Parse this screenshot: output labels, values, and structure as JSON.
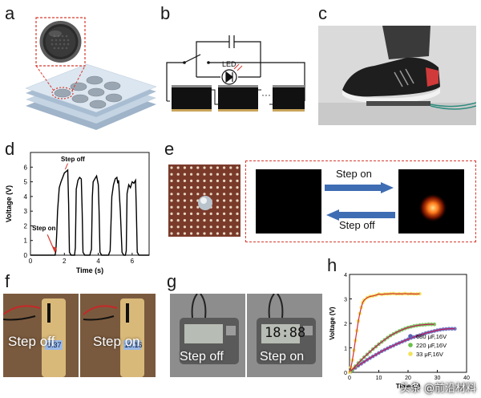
{
  "labels": {
    "a": "a",
    "b": "b",
    "c": "c",
    "d": "d",
    "e": "e",
    "f": "f",
    "g": "g",
    "h": "h"
  },
  "panel_b": {
    "led_label": "LED"
  },
  "panel_d": {
    "ylabel": "Voltage (V)",
    "xlabel": "Time (s)",
    "annotation_off": "Step off",
    "annotation_on": "Step on",
    "xticks": [
      "0",
      "2",
      "4",
      "6"
    ],
    "yticks": [
      "0",
      "1",
      "2",
      "3",
      "4",
      "5",
      "6"
    ]
  },
  "panel_e": {
    "step_on": "Step on",
    "step_off": "Step off",
    "arrow_color": "#3f6db3",
    "frame_color": "#d63a2f"
  },
  "panel_f": {
    "left_text": "Step off",
    "right_text": "Step on",
    "left_display": "9.37",
    "right_display": "10.16"
  },
  "panel_g": {
    "left_text": "Step off",
    "right_text": "Step on",
    "right_display": "18:88"
  },
  "panel_h": {
    "ylabel": "Voltage (V)",
    "xlabel": "Time (s)",
    "xticks": [
      "0",
      "10",
      "20",
      "30",
      "40"
    ],
    "yticks": [
      "0",
      "1",
      "2",
      "3",
      "4"
    ]
  },
  "watermark": "头条 @前沿材料",
  "chart_data": [
    {
      "id": "d",
      "type": "line",
      "xlabel": "Time (s)",
      "ylabel": "Voltage (V)",
      "xlim": [
        0,
        7
      ],
      "ylim": [
        0,
        7
      ],
      "xticks": [
        0,
        2,
        4,
        6
      ],
      "yticks": [
        0,
        1,
        2,
        3,
        4,
        5,
        6
      ],
      "color": "#000000",
      "x": [
        0,
        1.45,
        1.5,
        1.55,
        1.6,
        1.7,
        1.8,
        1.9,
        2.0,
        2.1,
        2.2,
        2.25,
        2.3,
        2.4,
        2.5,
        2.6,
        2.65,
        2.7,
        2.8,
        2.9,
        3.0,
        3.05,
        3.1,
        3.2,
        3.3,
        3.4,
        3.5,
        3.6,
        3.65,
        3.7,
        3.8,
        3.9,
        4.0,
        4.05,
        4.1,
        4.2,
        4.3,
        4.4,
        4.5,
        4.6,
        4.7,
        4.8,
        4.9,
        5.0,
        5.1,
        5.15,
        5.2,
        5.3,
        5.4,
        5.5,
        5.6,
        5.65,
        5.7,
        5.8,
        5.9,
        6.0,
        6.1,
        6.2,
        6.25,
        6.3,
        6.4,
        6.5,
        6.55,
        6.6,
        6.7,
        7.0
      ],
      "y": [
        0,
        0,
        0.3,
        1.5,
        3.0,
        4.6,
        5.0,
        5.3,
        5.6,
        5.7,
        5.8,
        3.5,
        0.2,
        0,
        0,
        0,
        0.5,
        4.5,
        5.1,
        5.3,
        5.2,
        3.0,
        0.2,
        0,
        0,
        0,
        0,
        0.4,
        4.0,
        5.0,
        5.2,
        5.4,
        4.8,
        3.0,
        0.2,
        0,
        0,
        0,
        0,
        0,
        0.3,
        4.0,
        4.8,
        5.2,
        5.3,
        4.9,
        5.1,
        3.0,
        0.2,
        0,
        0,
        0.3,
        4.2,
        4.8,
        4.6,
        5.0,
        4.9,
        5.1,
        3.0,
        0.2,
        0,
        0,
        0,
        0,
        0,
        0
      ]
    },
    {
      "id": "h",
      "type": "scatter",
      "xlabel": "Time (s)",
      "ylabel": "Voltage (V)",
      "xlim": [
        0,
        40
      ],
      "ylim": [
        0,
        4
      ],
      "xticks": [
        0,
        10,
        20,
        30,
        40
      ],
      "yticks": [
        0,
        1,
        2,
        3,
        4
      ],
      "series": [
        {
          "name": "680 μF,16V",
          "color": "#5b63b5",
          "fit_color": "#c2185b",
          "x": [
            0.5,
            1,
            2,
            3,
            4,
            5,
            6,
            7,
            8,
            9,
            10,
            11,
            12,
            13,
            14,
            15,
            16,
            17,
            18,
            19,
            20,
            21,
            22,
            23,
            24,
            25,
            26,
            27,
            28,
            29,
            30,
            31,
            32,
            33,
            34,
            35,
            36
          ],
          "y": [
            0.03,
            0.1,
            0.18,
            0.27,
            0.35,
            0.43,
            0.51,
            0.58,
            0.65,
            0.72,
            0.79,
            0.86,
            0.92,
            0.98,
            1.04,
            1.09,
            1.15,
            1.2,
            1.25,
            1.3,
            1.35,
            1.4,
            1.44,
            1.48,
            1.52,
            1.56,
            1.6,
            1.63,
            1.66,
            1.69,
            1.72,
            1.74,
            1.76,
            1.77,
            1.78,
            1.78,
            1.78
          ]
        },
        {
          "name": "220 μF,16V",
          "color": "#6abf4b",
          "fit_color": "#c2185b",
          "x": [
            0.5,
            1,
            2,
            3,
            4,
            5,
            6,
            7,
            8,
            9,
            10,
            11,
            12,
            13,
            14,
            15,
            16,
            17,
            18,
            19,
            20,
            21,
            22,
            23,
            24,
            25,
            26,
            27,
            28,
            29
          ],
          "y": [
            0.05,
            0.12,
            0.25,
            0.38,
            0.5,
            0.62,
            0.73,
            0.84,
            0.95,
            1.05,
            1.15,
            1.24,
            1.33,
            1.42,
            1.5,
            1.57,
            1.63,
            1.69,
            1.74,
            1.79,
            1.83,
            1.86,
            1.89,
            1.91,
            1.93,
            1.94,
            1.95,
            1.96,
            1.96,
            1.96
          ]
        },
        {
          "name": "33 μF,16V",
          "color": "#f2e25c",
          "fit_color": "#d32f2f",
          "x": [
            0,
            0.5,
            1,
            1.5,
            2,
            2.5,
            3,
            3.5,
            4,
            4.5,
            5,
            6,
            7,
            8,
            9,
            10,
            11,
            12,
            13,
            14,
            15,
            16,
            17,
            18,
            19,
            20,
            21,
            22,
            23,
            24
          ],
          "y": [
            0,
            0.2,
            0.5,
            0.9,
            1.3,
            1.7,
            2.1,
            2.4,
            2.65,
            2.85,
            2.95,
            3.05,
            3.1,
            3.12,
            3.15,
            3.2,
            3.18,
            3.2,
            3.2,
            3.21,
            3.22,
            3.2,
            3.21,
            3.2,
            3.22,
            3.2,
            3.21,
            3.2,
            3.2,
            3.21
          ]
        }
      ]
    }
  ]
}
